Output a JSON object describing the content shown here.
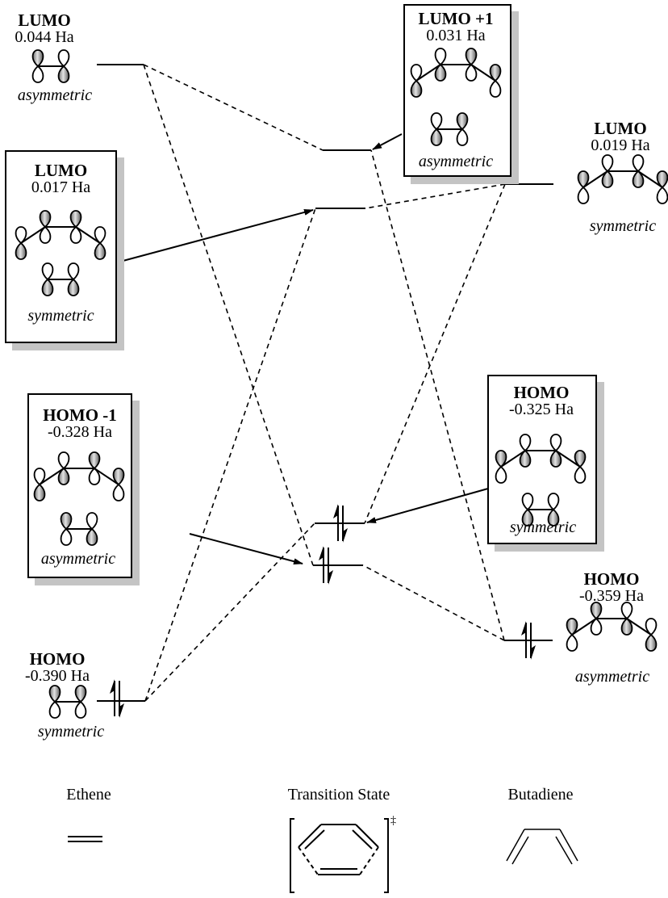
{
  "chart_data": {
    "type": "diagram",
    "title": "Frontier MO correlation diagram: Ethene + Butadiene Diels-Alder transition state",
    "energy_unit": "Ha",
    "columns": [
      {
        "name": "Ethene",
        "orbitals": [
          {
            "label": "LUMO",
            "energy": "0.044 Ha",
            "symmetry": "asymmetric",
            "occupied": false
          },
          {
            "label": "HOMO",
            "energy": "-0.390 Ha",
            "symmetry": "symmetric",
            "occupied": true
          }
        ]
      },
      {
        "name": "Transition State",
        "orbitals": [
          {
            "label": "LUMO +1",
            "energy": "0.031 Ha",
            "symmetry": "asymmetric",
            "occupied": false
          },
          {
            "label": "LUMO",
            "energy": "0.017 Ha",
            "symmetry": "symmetric",
            "occupied": false
          },
          {
            "label": "HOMO",
            "energy": "-0.325 Ha",
            "symmetry": "symmetric",
            "occupied": true
          },
          {
            "label": "HOMO -1",
            "energy": "-0.328 Ha",
            "symmetry": "asymmetric",
            "occupied": true
          }
        ]
      },
      {
        "name": "Butadiene",
        "orbitals": [
          {
            "label": "LUMO",
            "energy": "0.019 Ha",
            "symmetry": "symmetric",
            "occupied": false
          },
          {
            "label": "HOMO",
            "energy": "-0.359 Ha",
            "symmetry": "asymmetric",
            "occupied": true
          }
        ]
      }
    ],
    "correlations": [
      {
        "from": "Ethene LUMO",
        "to": "TS LUMO +1"
      },
      {
        "from": "Ethene LUMO",
        "to": "TS HOMO -1"
      },
      {
        "from": "Ethene HOMO",
        "to": "TS LUMO"
      },
      {
        "from": "Ethene HOMO",
        "to": "TS HOMO"
      },
      {
        "from": "Butadiene LUMO",
        "to": "TS LUMO"
      },
      {
        "from": "Butadiene LUMO",
        "to": "TS HOMO"
      },
      {
        "from": "Butadiene HOMO",
        "to": "TS LUMO +1"
      },
      {
        "from": "Butadiene HOMO",
        "to": "TS HOMO -1"
      }
    ]
  },
  "labels": {
    "eth_lumo": {
      "title": "LUMO",
      "energy": "0.044 Ha",
      "sym": "asymmetric"
    },
    "eth_homo": {
      "title": "HOMO",
      "energy": "-0.390 Ha",
      "sym": "symmetric"
    },
    "ts_lumo1": {
      "title": "LUMO +1",
      "energy": "0.031 Ha",
      "sym": "asymmetric"
    },
    "ts_lumo": {
      "title": "LUMO",
      "energy": "0.017 Ha",
      "sym": "symmetric"
    },
    "ts_homo": {
      "title": "HOMO",
      "energy": "-0.325 Ha",
      "sym": "symmetric"
    },
    "ts_homo1": {
      "title": "HOMO -1",
      "energy": "-0.328 Ha",
      "sym": "asymmetric"
    },
    "but_lumo": {
      "title": "LUMO",
      "energy": "0.019 Ha",
      "sym": "symmetric"
    },
    "but_homo": {
      "title": "HOMO",
      "energy": "-0.359 Ha",
      "sym": "asymmetric"
    }
  },
  "legend": {
    "ethene": "Ethene",
    "ts": "Transition State",
    "butadiene": "Butadiene",
    "ts_mark": "‡"
  }
}
